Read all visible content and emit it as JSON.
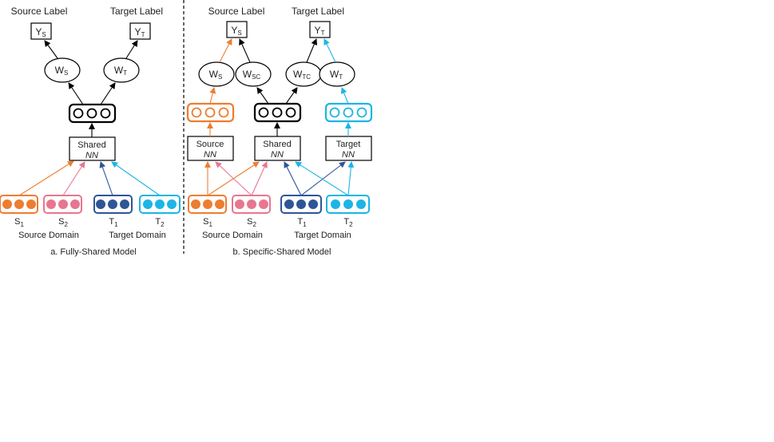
{
  "colors": {
    "source1": "#ED7D31",
    "source2": "#E87690",
    "target1": "#2F5597",
    "target2": "#1CB5E6",
    "black": "#000000"
  },
  "panel_a": {
    "source_label": "Source Label",
    "target_label": "Target Label",
    "ys": {
      "main": "Y",
      "sub": "S"
    },
    "yt": {
      "main": "Y",
      "sub": "T"
    },
    "ws": {
      "main": "W",
      "sub": "S"
    },
    "wt": {
      "main": "W",
      "sub": "T"
    },
    "shared_nn": {
      "line1": "Shared",
      "line2": "NN"
    },
    "s1": {
      "main": "S",
      "sub": "1"
    },
    "s2": {
      "main": "S",
      "sub": "2"
    },
    "t1": {
      "main": "T",
      "sub": "1"
    },
    "t2": {
      "main": "T",
      "sub": "2"
    },
    "source_domain": "Source Domain",
    "target_domain": "Target Domain",
    "caption": "a. Fully-Shared Model"
  },
  "panel_b": {
    "source_label": "Source Label",
    "target_label": "Target Label",
    "ys": {
      "main": "Y",
      "sub": "S"
    },
    "yt": {
      "main": "Y",
      "sub": "T"
    },
    "ws": {
      "main": "W",
      "sub": "S"
    },
    "wsc": {
      "main": "W",
      "sub": "SC"
    },
    "wtc": {
      "main": "W",
      "sub": "TC"
    },
    "wt": {
      "main": "W",
      "sub": "T"
    },
    "source_nn": {
      "line1": "Source",
      "line2": "NN"
    },
    "shared_nn": {
      "line1": "Shared",
      "line2": "NN"
    },
    "target_nn": {
      "line1": "Target",
      "line2": "NN"
    },
    "s1": {
      "main": "S",
      "sub": "1"
    },
    "s2": {
      "main": "S",
      "sub": "2"
    },
    "t1": {
      "main": "T",
      "sub": "1"
    },
    "t2": {
      "main": "T",
      "sub": "2"
    },
    "source_domain": "Source Domain",
    "target_domain": "Target Domain",
    "caption": "b. Specific-Shared Model"
  }
}
